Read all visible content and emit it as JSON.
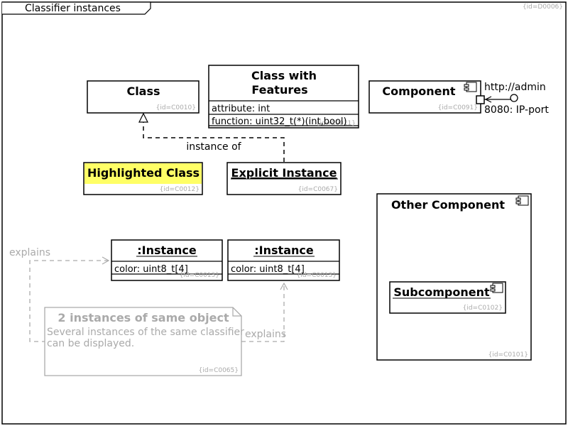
{
  "frame": {
    "title": "Classifier instances",
    "id": "{id=D0006}"
  },
  "classifiers": {
    "class": {
      "name": "Class",
      "id": "{id=C0010}"
    },
    "class_with_features": {
      "name_line1": "Class with",
      "name_line2": "Features",
      "attribute": "attribute: int",
      "function": "function: uint32_t(*)(int,bool)",
      "id": "{id=C0011}"
    },
    "component": {
      "name": "Component",
      "id": "{id=C0091}"
    },
    "highlighted_class": {
      "name": "Highlighted Class",
      "id": "{id=C0012}",
      "highlight_color": "#ffff66"
    },
    "explicit_instance": {
      "name": "Explicit Instance",
      "id": "{id=C0067}"
    },
    "instance_1": {
      "name": ":Instance",
      "attribute": "color: uint8_t[4]",
      "id": "{id=C0013}"
    },
    "instance_2": {
      "name": ":Instance",
      "attribute": "color: uint8_t[4]",
      "id": "{id=C0013}"
    },
    "other_component": {
      "name": "Other Component",
      "id": "{id=C0101}"
    },
    "subcomponent": {
      "name": "Subcomponent",
      "id": "{id=C0102}"
    }
  },
  "port": {
    "interface_label": "http://admin",
    "port_label": "8080: IP-port"
  },
  "relations": {
    "instance_of": "instance of",
    "explains_left": "explains",
    "explains_right": "explains"
  },
  "note": {
    "title": "2 instances of same object",
    "line1": "Several instances of the same classifier",
    "line2": "can be displayed.",
    "id": "{id=C0065}"
  },
  "colors": {
    "line": "#000000",
    "faded": "#aaaaaa",
    "id_text": "#aaaaaa",
    "highlight": "#ffff66"
  }
}
